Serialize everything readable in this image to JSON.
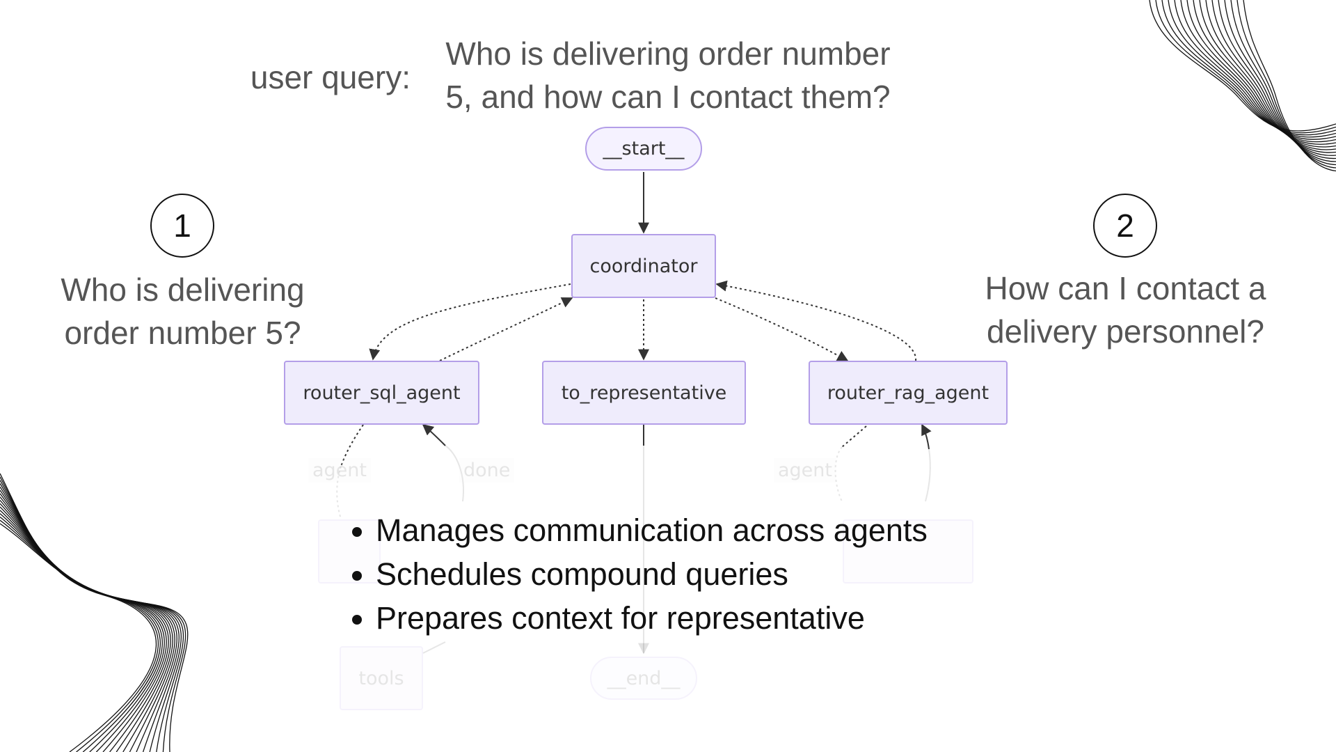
{
  "user_query": {
    "label": "user query:",
    "line1": "Who is delivering order number",
    "line2": "5, and how can I contact them?"
  },
  "sub_queries": [
    {
      "number": "1",
      "line1": "Who is delivering",
      "line2": "order number 5?"
    },
    {
      "number": "2",
      "line1": "How can I contact a",
      "line2": "delivery personnel?"
    }
  ],
  "nodes": {
    "start": "__start__",
    "coordinator": "coordinator",
    "router_sql_agent": "router_sql_agent",
    "to_representative": "to_representative",
    "router_rag_agent": "router_rag_agent",
    "tools": "tools",
    "end": "__end__"
  },
  "edge_labels": {
    "sql_agent": "agent",
    "sql_done": "done",
    "rag_agent": "agent"
  },
  "bullets": [
    "Manages communication across agents",
    "Schedules compound queries",
    "Prepares context for representative"
  ],
  "colors": {
    "node_fill": "#efecfc",
    "node_border": "#b39ee8",
    "edge": "#333333"
  }
}
